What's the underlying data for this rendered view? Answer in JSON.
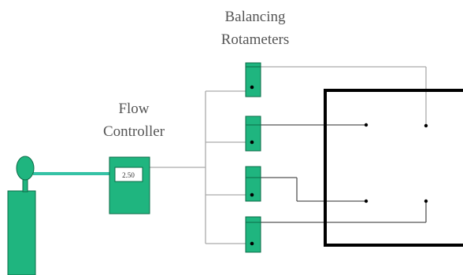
{
  "labels": {
    "flow_controller_line1": "Flow",
    "flow_controller_line2": "Controller",
    "balancing_line1": "Balancing",
    "balancing_line2": "Rotameters"
  },
  "flow_controller": {
    "display_value": "2.50"
  },
  "colors": {
    "device_fill": "#1fb57f",
    "cylinder_fill": "#1fb57f",
    "supply_line": "#35c2a5",
    "distribution_line": "#aaaaaa",
    "wire": "#555555",
    "chamber_border": "#000000"
  }
}
